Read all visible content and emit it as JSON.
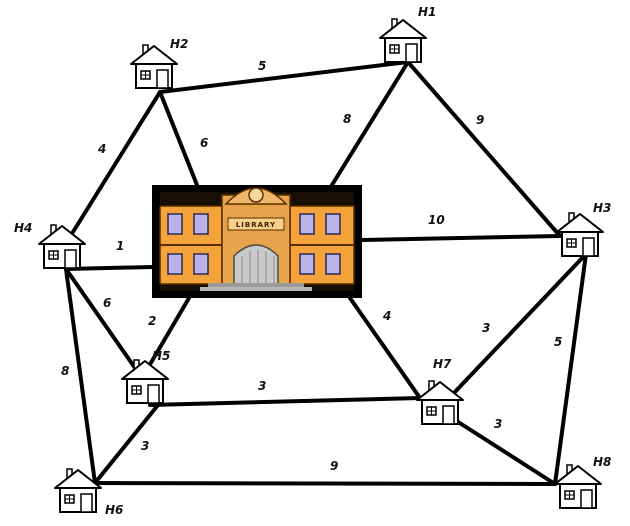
{
  "library": {
    "sign": "LIBRARY"
  },
  "houses": {
    "h1": "H1",
    "h2": "H2",
    "h3": "H3",
    "h4": "H4",
    "h5": "H5",
    "h6": "H6",
    "h7": "H7",
    "h8": "H8"
  },
  "edges": {
    "h2_h1": "5",
    "h2_h4": "4",
    "h2_lib": "6",
    "h1_lib": "8",
    "h1_h3": "9",
    "lib_h3": "10",
    "h4_lib": "1",
    "h4_h5": "6",
    "h5_lib": "2",
    "h7_lib": "4",
    "h7_h3": "3",
    "h3_h8": "5",
    "h4_h6": "8",
    "h5_h7": "3",
    "h5_h6": "3",
    "h7_h8": "3",
    "h6_h8": "9"
  }
}
